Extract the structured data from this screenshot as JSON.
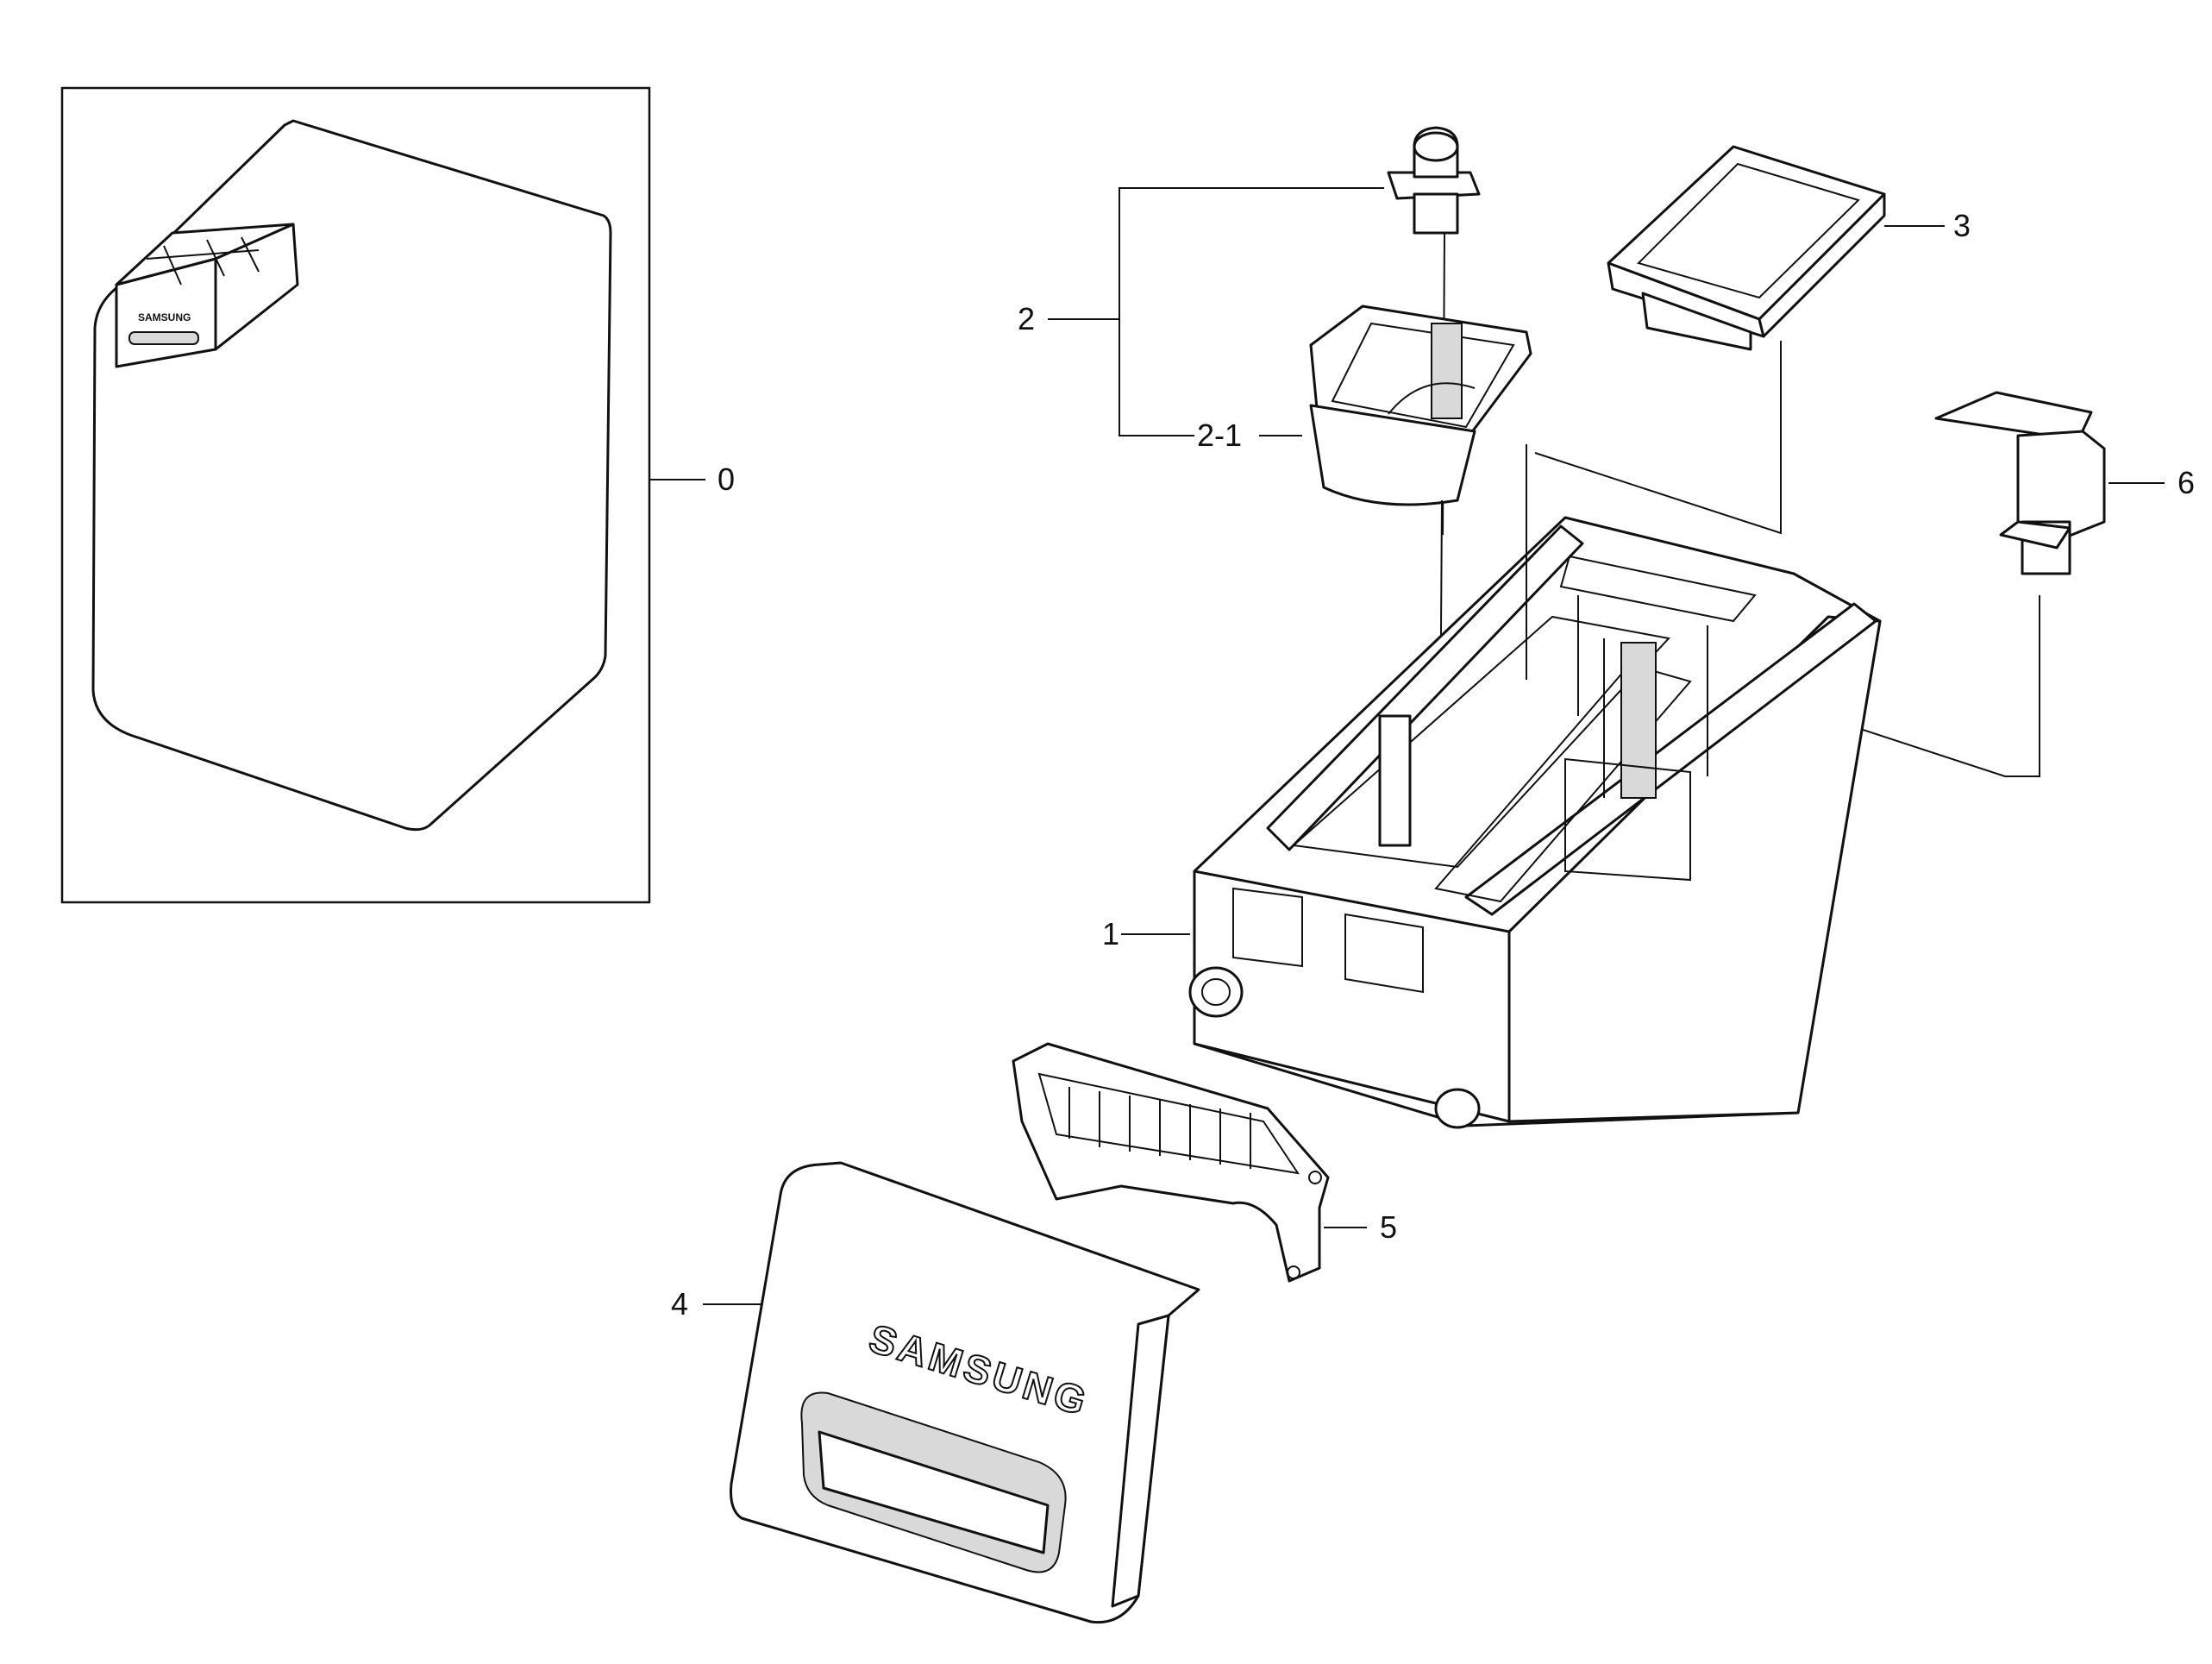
{
  "brand_text": "SAMSUNG",
  "callouts": [
    {
      "id": "0",
      "text": "0"
    },
    {
      "id": "1",
      "text": "1"
    },
    {
      "id": "2",
      "text": "2"
    },
    {
      "id": "2-1",
      "text": "2-1"
    },
    {
      "id": "3",
      "text": "3"
    },
    {
      "id": "4",
      "text": "4"
    },
    {
      "id": "5",
      "text": "5"
    },
    {
      "id": "6",
      "text": "6"
    }
  ]
}
